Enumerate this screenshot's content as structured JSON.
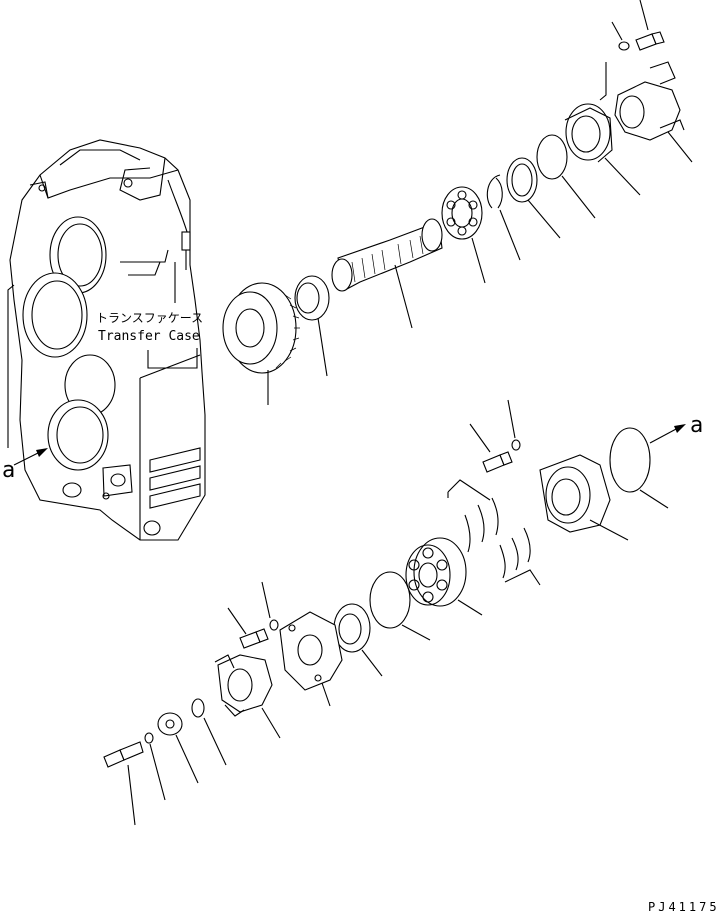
{
  "diagram": {
    "label_case_jp": "トランスファケース",
    "label_case_en": "Transfer Case",
    "ref_left": "a",
    "ref_right": "a",
    "figure_code": "PJ41175"
  }
}
